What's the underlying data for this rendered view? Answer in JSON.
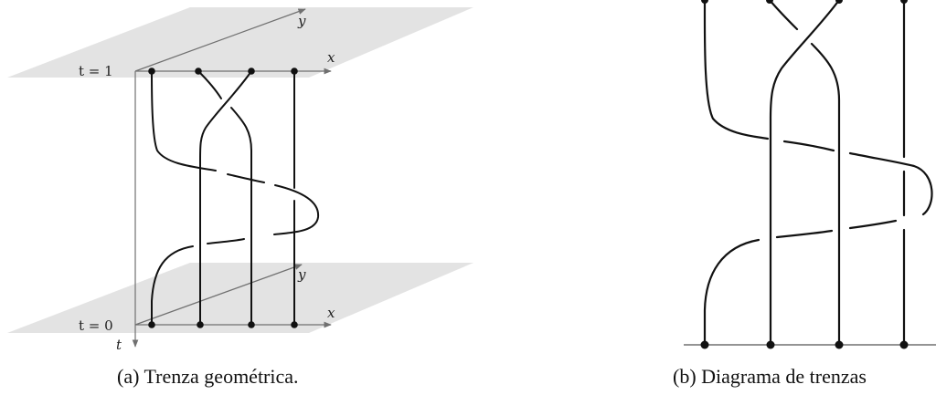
{
  "panel_a": {
    "plane_top_time_label": "t = 1",
    "plane_bottom_time_label": "t = 0",
    "axis_x_label": "x",
    "axis_y_label": "y",
    "axis_t_label": "t",
    "caption": "(a) Trenza geométrica."
  },
  "panel_b": {
    "caption": "(b) Diagrama de trenzas"
  },
  "colors": {
    "plane_fill": "#e3e3e3",
    "strand": "#111111",
    "axis": "#707070"
  }
}
